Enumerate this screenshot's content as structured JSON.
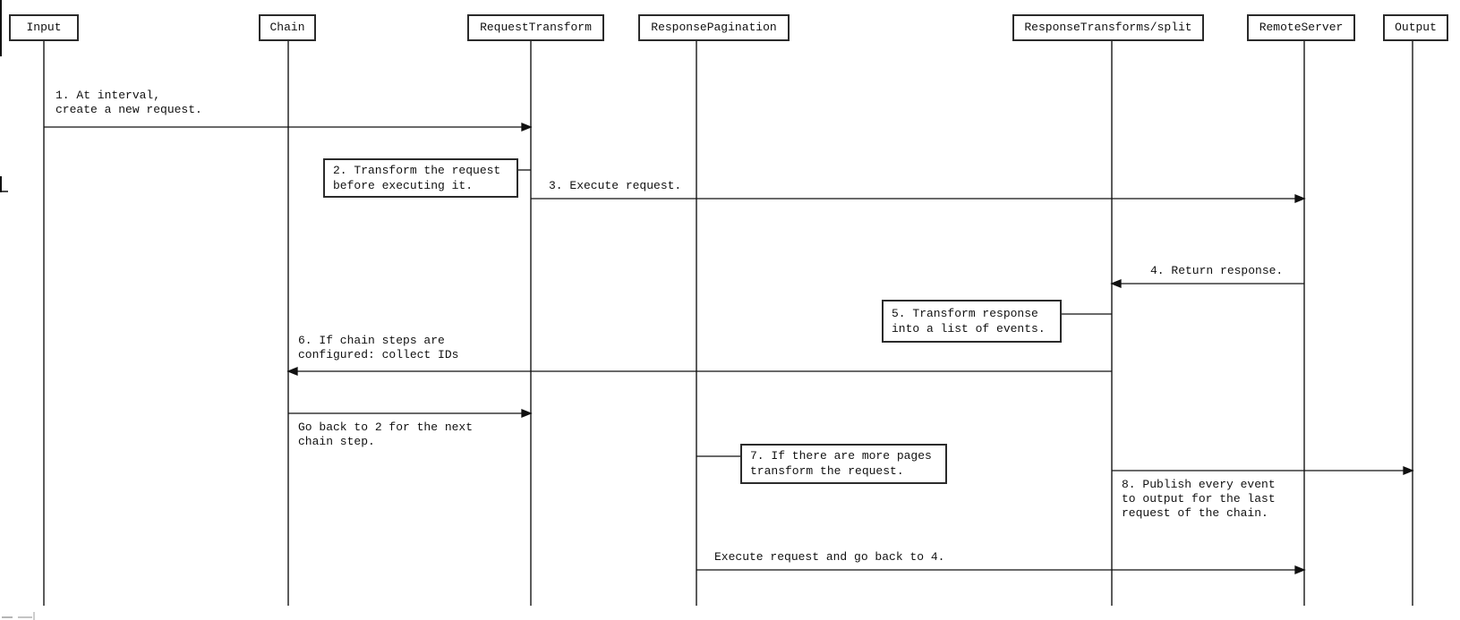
{
  "diagram": {
    "type": "sequence-diagram",
    "colors": {
      "stroke": "#222222",
      "text": "#111111",
      "background": "#ffffff"
    },
    "participants": [
      {
        "id": "input",
        "label": "Input"
      },
      {
        "id": "chain",
        "label": "Chain"
      },
      {
        "id": "request-transform",
        "label": "RequestTransform"
      },
      {
        "id": "response-pagination",
        "label": "ResponsePagination"
      },
      {
        "id": "response-transforms-split",
        "label": "ResponseTransforms/split"
      },
      {
        "id": "remote-server",
        "label": "RemoteServer"
      },
      {
        "id": "output",
        "label": "Output"
      }
    ],
    "messages": {
      "m1": {
        "from": "Input",
        "to": "RequestTransform",
        "line1": "1. At interval,",
        "line2": "create a new request."
      },
      "note2": {
        "at": "RequestTransform",
        "line1": "2. Transform the request",
        "line2": "before executing it."
      },
      "m3": {
        "from": "RequestTransform",
        "to": "RemoteServer",
        "text": "3. Execute request."
      },
      "m4": {
        "from": "RemoteServer",
        "to": "ResponseTransforms/split",
        "text": "4. Return response."
      },
      "note5": {
        "at": "ResponseTransforms/split",
        "line1": "5. Transform response",
        "line2": "into a list of events."
      },
      "m6": {
        "from": "ResponseTransforms/split",
        "to": "Chain",
        "line1": "6. If chain steps are",
        "line2": "configured: collect IDs"
      },
      "goback": {
        "from": "Chain",
        "to": "RequestTransform",
        "line1": "Go back to 2 for the next",
        "line2": "chain step."
      },
      "note7": {
        "at": "ResponsePagination",
        "line1": "7. If there are more pages",
        "line2": "transform the request."
      },
      "m8": {
        "from": "ResponseTransforms/split",
        "to": "Output",
        "line1": "8. Publish every event",
        "line2": "to output for the last",
        "line3": "request of the chain."
      },
      "exec": {
        "from": "ResponsePagination",
        "to": "RemoteServer",
        "text": "Execute request and go back to 4."
      }
    }
  }
}
